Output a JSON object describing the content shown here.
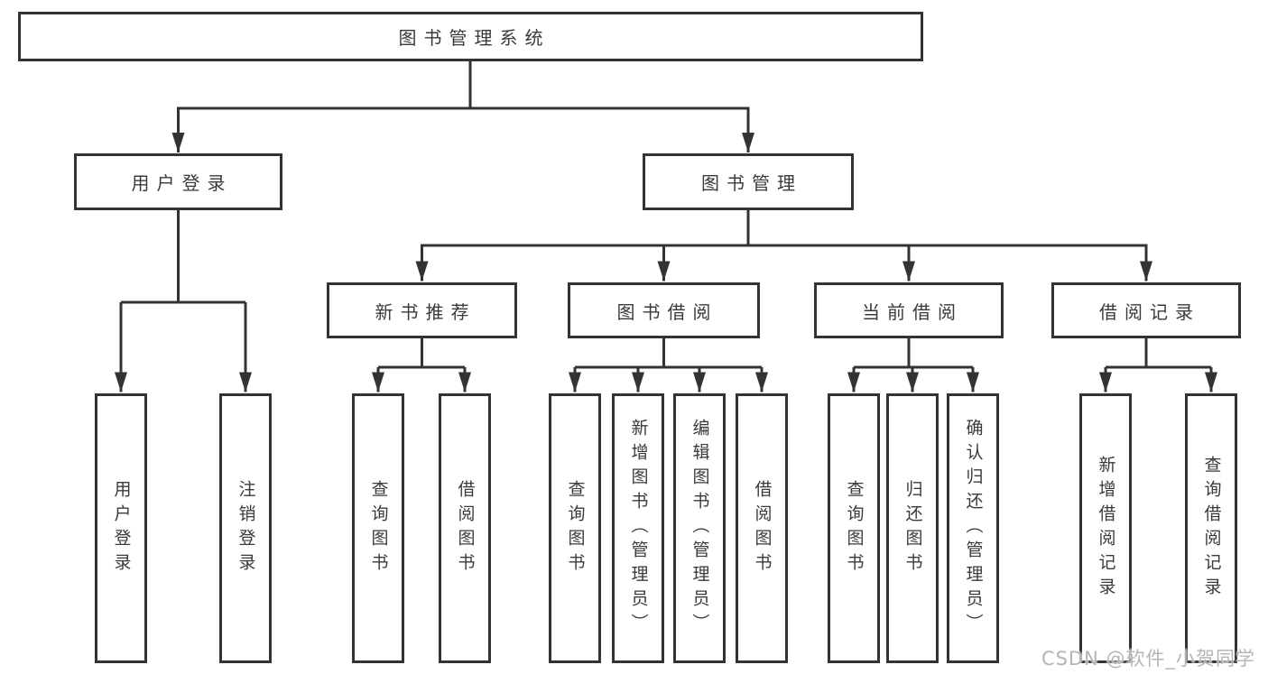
{
  "tree": {
    "root": {
      "label": "图书管理系统"
    },
    "branches": [
      {
        "label": "用户登录",
        "children": [
          "用户登录",
          "注销登录"
        ]
      },
      {
        "label": "图书管理",
        "children": [
          {
            "label": "新书推荐",
            "children": [
              "查询图书",
              "借阅图书"
            ]
          },
          {
            "label": "图书借阅",
            "children": [
              "查询图书",
              "新增图书（管理员）",
              "编辑图书（管理员）",
              "借阅图书"
            ]
          },
          {
            "label": "当前借阅",
            "children": [
              "查询图书",
              "归还图书",
              "确认归还（管理员）"
            ]
          },
          {
            "label": "借阅记录",
            "children": [
              "新增借阅记录",
              "查询借阅记录"
            ]
          }
        ]
      }
    ]
  },
  "watermark": {
    "text": "CSDN @软件_小贺同学"
  },
  "colors": {
    "line": "#333333",
    "box_border": "#333333",
    "text": "#3a3a3a",
    "background": "#ffffff",
    "watermark": "#a8a8a8"
  }
}
